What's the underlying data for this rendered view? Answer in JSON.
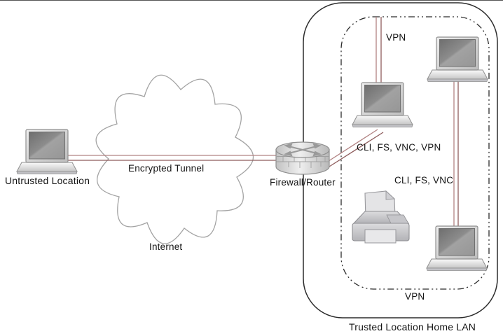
{
  "diagram": {
    "title": "Trusted Location Home LAN",
    "labels": {
      "untrusted": "Untrusted Location",
      "encrypted_tunnel": "Encrypted Tunnel",
      "internet": "Internet",
      "firewall": "Firewall/Router",
      "vpn_top": "VPN",
      "services_wan": "CLI, FS, VNC, VPN",
      "services_lan": "CLI, FS, VNC",
      "vpn_bottom": "VPN",
      "trusted": "Trusted Location Home LAN"
    },
    "nodes": [
      {
        "id": "untrusted-laptop",
        "type": "laptop",
        "label": "Untrusted Location"
      },
      {
        "id": "internet-cloud",
        "type": "cloud",
        "label": "Internet"
      },
      {
        "id": "firewall-router",
        "type": "firewall-router",
        "label": "Firewall/Router"
      },
      {
        "id": "trusted-laptop-main",
        "type": "laptop"
      },
      {
        "id": "trusted-laptop-top-right",
        "type": "laptop"
      },
      {
        "id": "trusted-laptop-bottom-right",
        "type": "laptop"
      },
      {
        "id": "printer",
        "type": "printer"
      }
    ],
    "connections": [
      {
        "from": "untrusted-laptop",
        "to": "firewall-router",
        "label": "Encrypted Tunnel",
        "style": "double-red"
      },
      {
        "from": "firewall-router",
        "to": "trusted-laptop-main",
        "label": "CLI, FS, VNC, VPN",
        "style": "double-red"
      },
      {
        "from": "vpn-boundary-top",
        "to": "trusted-laptop-main",
        "label": "VPN",
        "style": "double-red"
      },
      {
        "from": "trusted-laptop-top-right",
        "to": "trusted-laptop-bottom-right",
        "label": "CLI, FS, VNC",
        "style": "double-red"
      }
    ],
    "colors": {
      "line_light": "#b28383",
      "line_dark": "#8e5c5c",
      "cloud_stroke": "#a3a3a3",
      "boundary": "#2b2b2b",
      "device_edge": "#8f8f8f",
      "text": "#141414"
    }
  }
}
